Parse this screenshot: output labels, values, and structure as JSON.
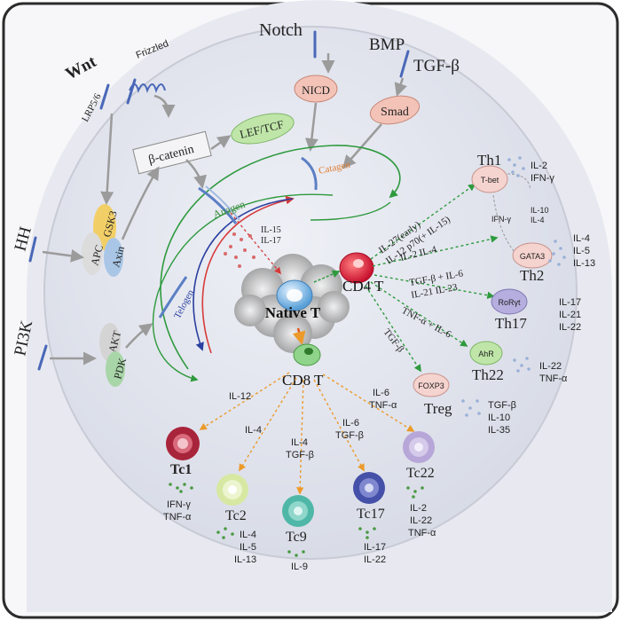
{
  "pathways": {
    "wnt": "Wnt",
    "lrp": "LRP5/6",
    "frizzled": "Frizzled",
    "notch": "Notch",
    "bmp": "BMP",
    "tgfb": "TGF-β",
    "hh": "HH",
    "pi3k": "PI3K",
    "nicd": "NICD",
    "smad": "Smad",
    "lef": "LEF/TCF",
    "bcat": "β-catenin",
    "gsk3": "GSK3",
    "apc": "APC",
    "axin": "Axin",
    "akt": "AKT",
    "pdk": "PDK"
  },
  "hair_cycle": {
    "anagen": "Anagen",
    "catagen": "Catagen",
    "telogen": "Telogen"
  },
  "center": {
    "il15": "IL-15",
    "il17": "IL-17",
    "native": "Native T",
    "cd4": "CD4 T",
    "cd8": "CD8 T"
  },
  "cd4_edges": {
    "e1a": "IL-27(early)",
    "e1b": "IL-12 p70(+ IL-15)",
    "e2": "IL-2 IL-4",
    "e3a": "TGF-β + IL-6",
    "e3b": "IL-21  IL-23",
    "e4": "TNF-α + IL-6",
    "e5": "TGF-β"
  },
  "th1": {
    "name": "Th1",
    "tbet": "T-bet",
    "ifng_lbl": "IFN-γ",
    "il10": "IL-10",
    "il4": "IL-4",
    "out1": "IL-2",
    "out2": "IFN-γ"
  },
  "th2": {
    "name": "Th2",
    "gata3": "GATA3",
    "out1": "IL-4",
    "out2": "IL-5",
    "out3": "IL-13"
  },
  "th17": {
    "name": "Th17",
    "tf": "RoRγt",
    "out1": "IL-17",
    "out2": "IL-21",
    "out3": "IL-22"
  },
  "th22": {
    "name": "Th22",
    "tf": "AhR",
    "out1": "IL-22",
    "out2": "TNF-α"
  },
  "treg": {
    "name": "Treg",
    "tf": "FOXP3",
    "out1": "TGF-β",
    "out2": "IL-10",
    "out3": "IL-35"
  },
  "cd8_edges": {
    "tc1": "IL-12",
    "tc2": "IL-4",
    "tc9a": "IL-4",
    "tc9b": "TGF-β",
    "tc17a": "IL-6",
    "tc17b": "TGF-β",
    "tc22a": "IL-6",
    "tc22b": "TNF-α"
  },
  "tc1": {
    "name": "Tc1",
    "out1": "IFN-γ",
    "out2": "TNF-α"
  },
  "tc2": {
    "name": "Tc2",
    "out1": "IL-4",
    "out2": "IL-5",
    "out3": "IL-13"
  },
  "tc9": {
    "name": "Tc9",
    "out1": "IL-9"
  },
  "tc17": {
    "name": "Tc17",
    "out1": "IL-17",
    "out2": "IL-22"
  },
  "tc22": {
    "name": "Tc22",
    "out1": "IL-2",
    "out2": "IL-22",
    "out3": "TNF-α"
  },
  "colors": {
    "green": "#2e9a3e",
    "orange": "#ec9a2a",
    "red": "#d63a3a",
    "blue": "#2a3fa0",
    "tc1": "#a8243a",
    "tc2": "#d7e8a3",
    "tc9": "#4fb7a8",
    "tc17": "#4550a8",
    "tc22": "#b7a6d8"
  }
}
